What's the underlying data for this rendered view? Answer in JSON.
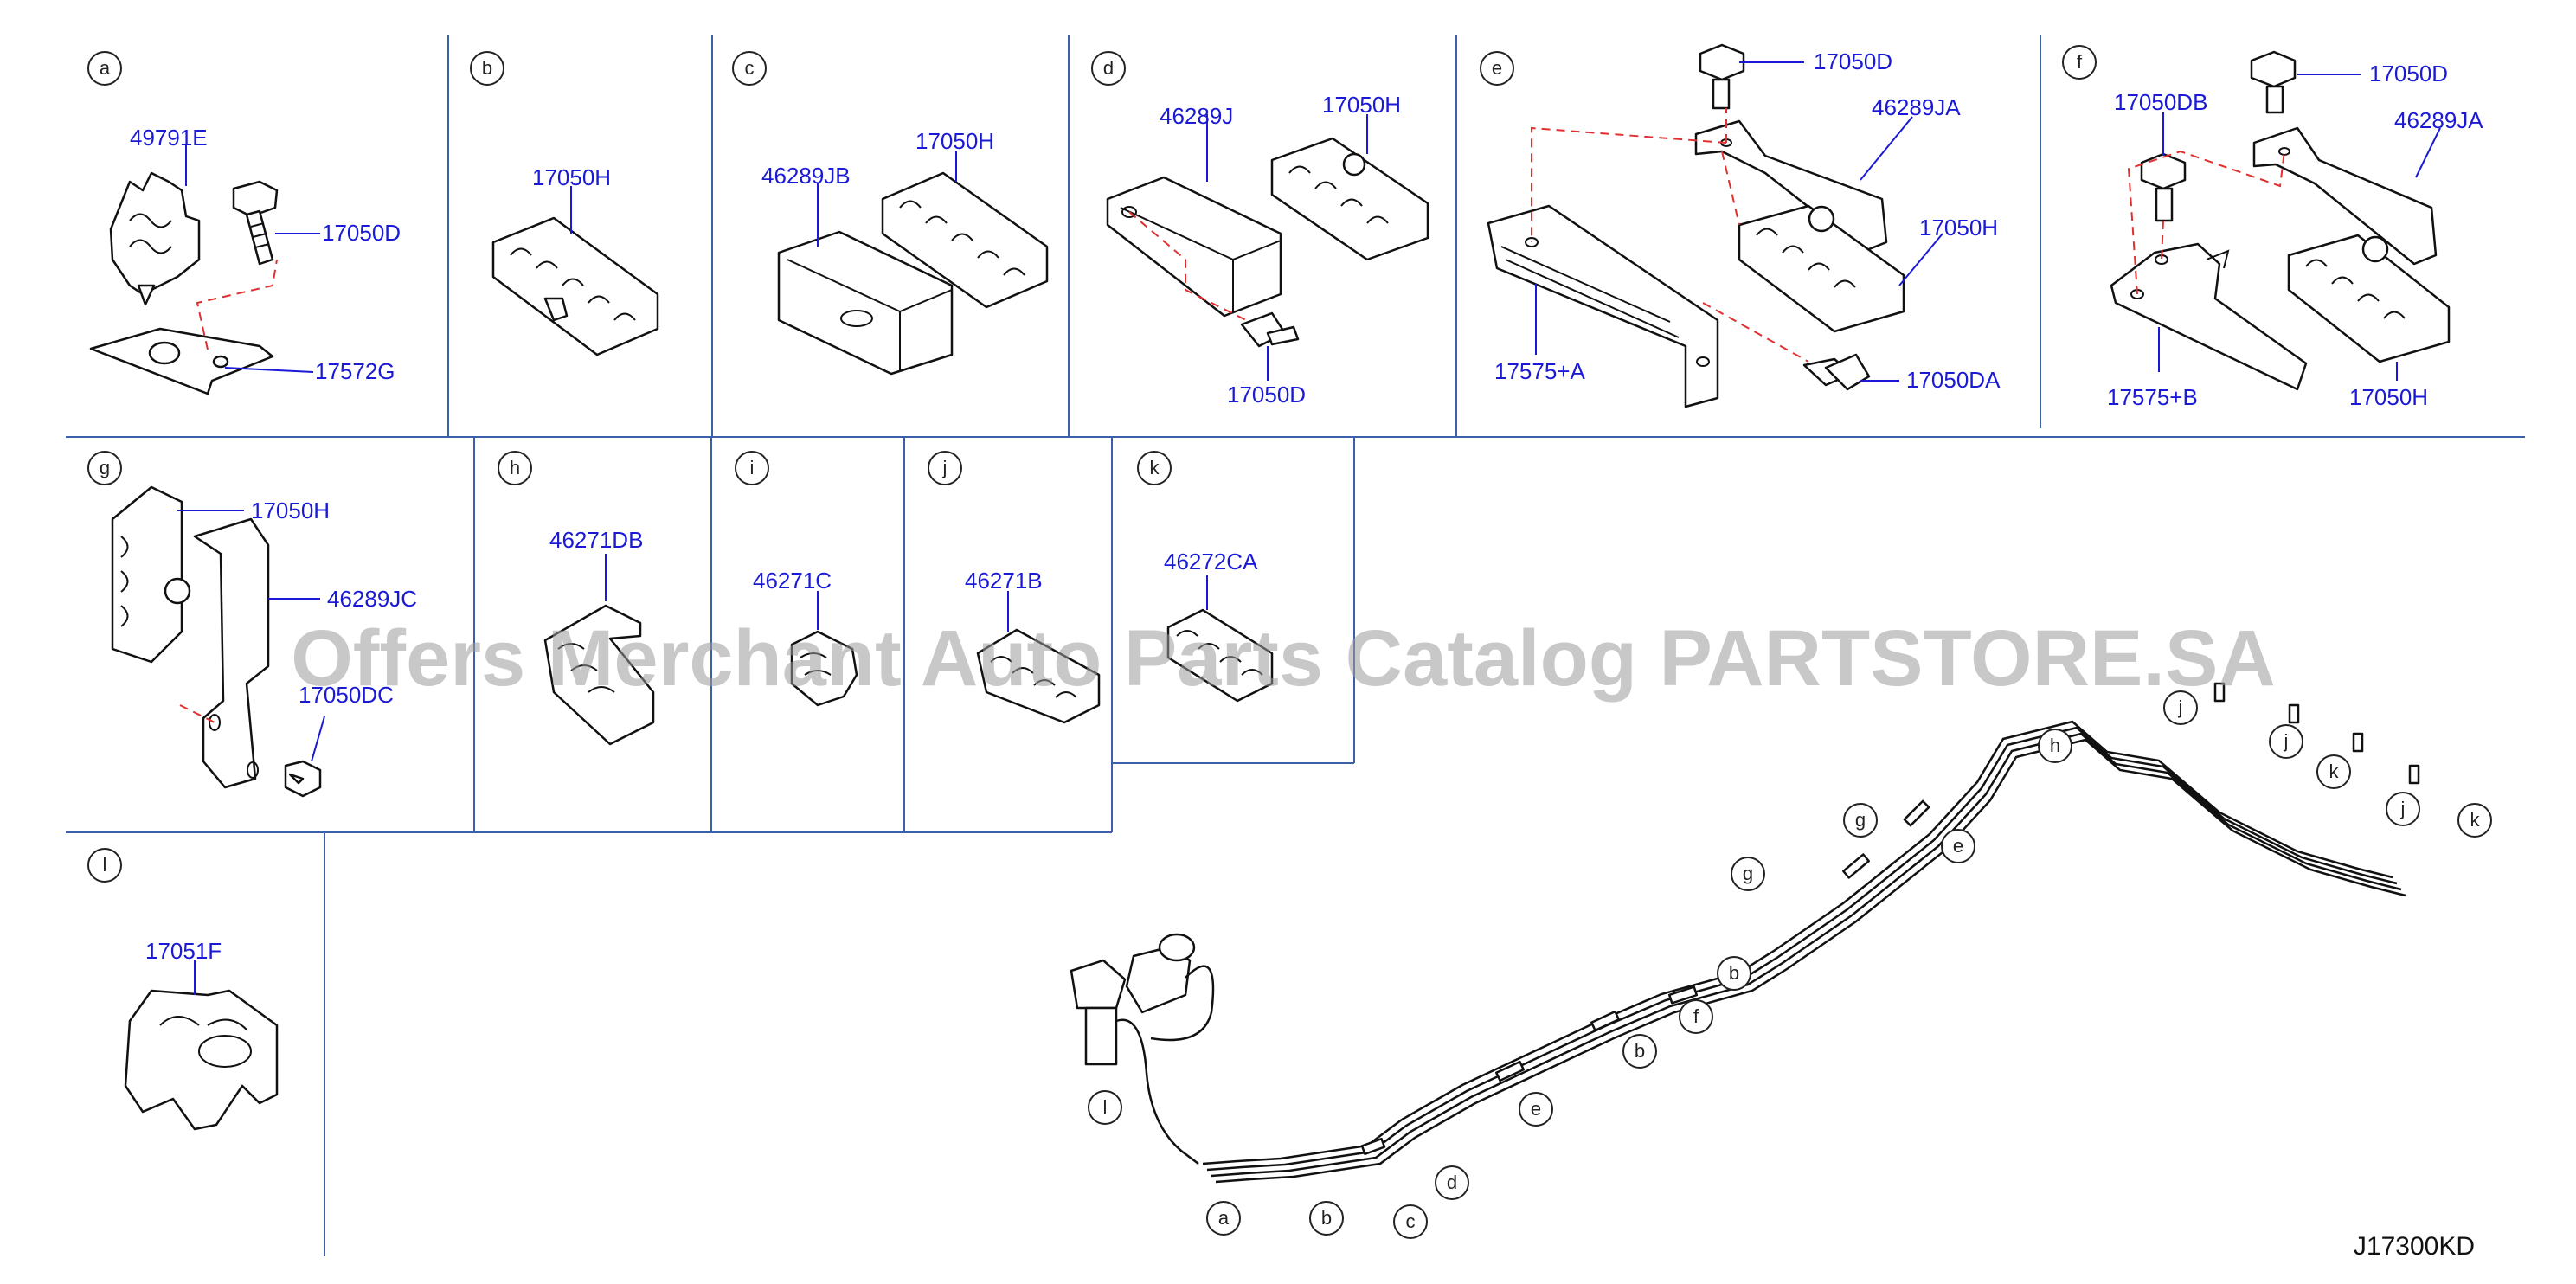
{
  "sections": {
    "a": "a",
    "b": "b",
    "c": "c",
    "d": "d",
    "e": "e",
    "f": "f",
    "g": "g",
    "h": "h",
    "i": "i",
    "j": "j",
    "k": "k",
    "l": "l"
  },
  "parts": {
    "a_clip": "49791E",
    "a_bolt": "17050D",
    "a_bracket": "17572G",
    "b_clamp": "17050H",
    "c_cover": "46289JB",
    "c_clamp": "17050H",
    "d_cover": "46289J",
    "d_clamp": "17050H",
    "d_bolt": "17050D",
    "e_bolt": "17050D",
    "e_cover": "46289JA",
    "e_clamp": "17050H",
    "e_bracket": "17575+A",
    "e_bolt2": "17050DA",
    "f_bolt": "17050D",
    "f_bolt2": "17050DB",
    "f_cover": "46289JA",
    "f_bracket": "17575+B",
    "f_clamp": "17050H",
    "g_clamp": "17050H",
    "g_cover": "46289JC",
    "g_bolt": "17050DC",
    "h_clip": "46271DB",
    "i_clip": "46271C",
    "j_clip": "46271B",
    "k_clip": "46272CA",
    "l_clip": "17051F"
  },
  "overview_callouts": [
    "a",
    "b",
    "c",
    "d",
    "e",
    "b",
    "f",
    "b",
    "g",
    "e",
    "g",
    "h",
    "j",
    "j",
    "k",
    "j",
    "k",
    "l"
  ],
  "watermark": "Offers Merchant Auto Parts Catalog PARTSTORE.SA",
  "diagram_code": "J17300KD"
}
